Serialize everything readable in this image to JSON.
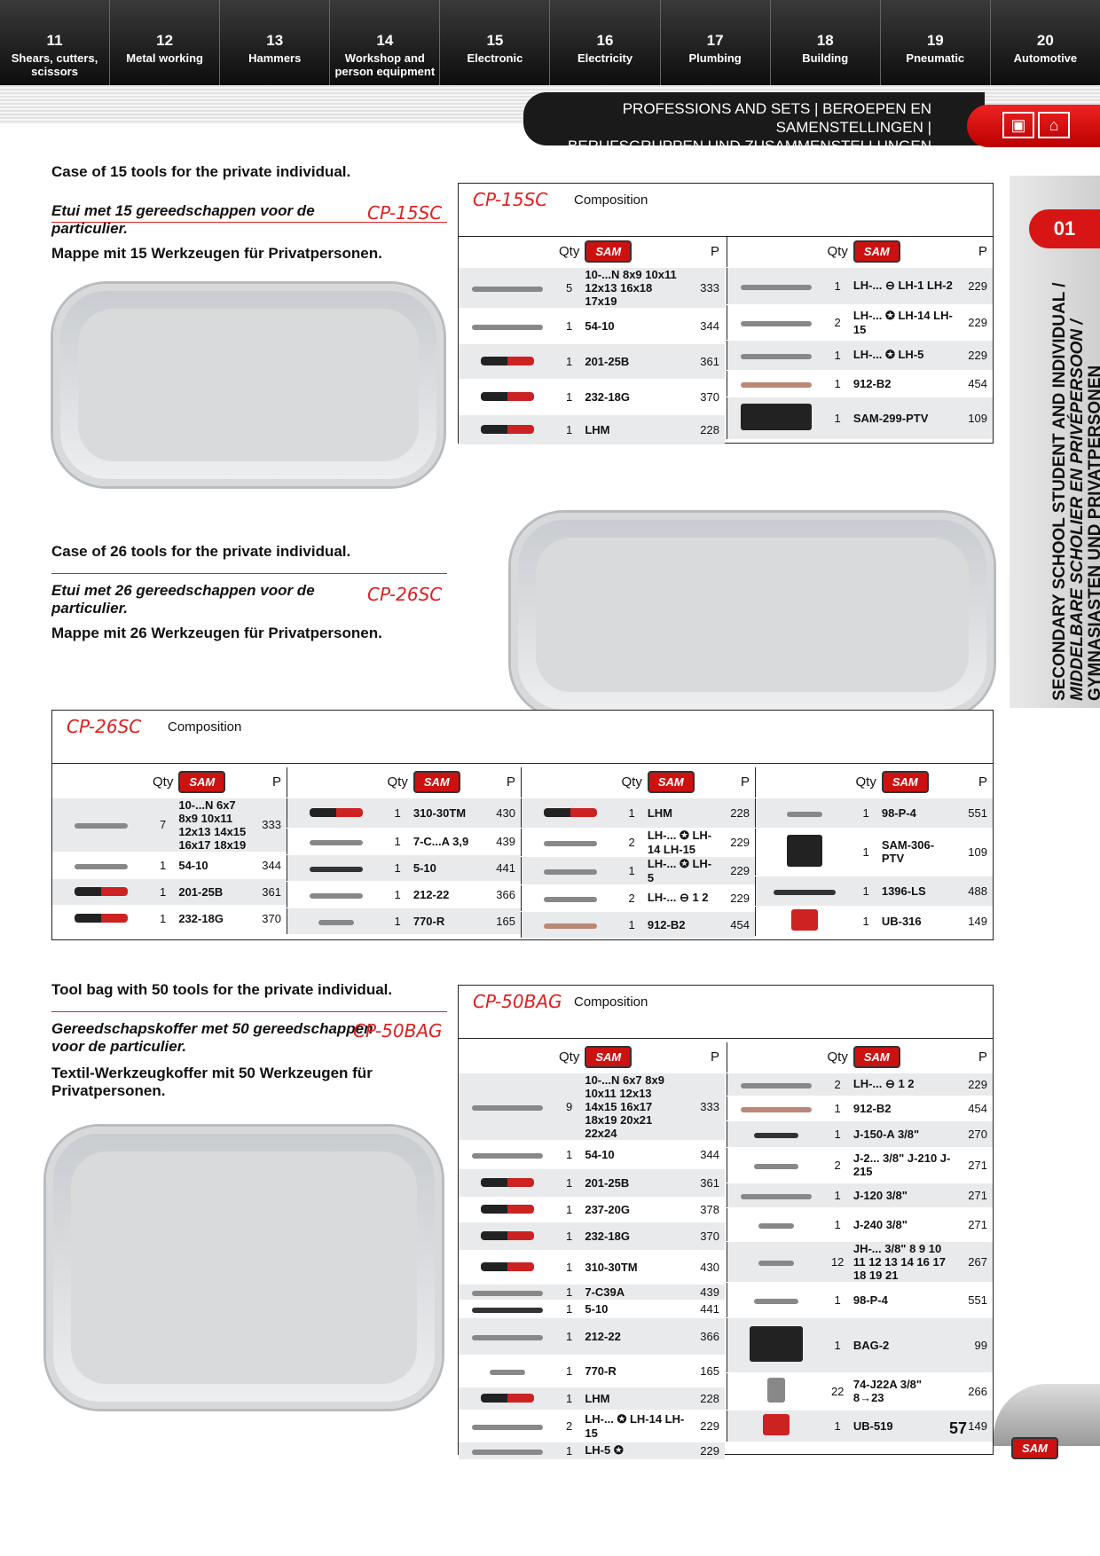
{
  "nav": [
    {
      "num": "11",
      "label": "Shears, cutters, scissors"
    },
    {
      "num": "12",
      "label": "Metal working"
    },
    {
      "num": "13",
      "label": "Hammers"
    },
    {
      "num": "14",
      "label": "Workshop and person equipment"
    },
    {
      "num": "15",
      "label": "Electronic"
    },
    {
      "num": "16",
      "label": "Electricity"
    },
    {
      "num": "17",
      "label": "Plumbing"
    },
    {
      "num": "18",
      "label": "Building"
    },
    {
      "num": "19",
      "label": "Pneumatic"
    },
    {
      "num": "20",
      "label": "Automotive"
    }
  ],
  "banner": {
    "line1": "PROFESSIONS AND SETS | BEROEPEN EN SAMENSTELLINGEN |",
    "line2": "BERUFSGRUPPEN UND ZUSAMMENSTELLUNGEN"
  },
  "section_num": "01",
  "side_text": [
    "SECONDARY SCHOOL STUDENT AND INDIVIDUAL /",
    "MIDDELBARE SCHOLIER EN PRIVÉPERSOON /",
    "GYMNASIASTEN UND PRIVATPERSONEN"
  ],
  "icons": {
    "case": "toolbox-icon",
    "home": "home-icon"
  },
  "common": {
    "composition": "Composition",
    "qty": "Qty",
    "p": "P",
    "brand": "SAM"
  },
  "sets": [
    {
      "code": "CP-15SC",
      "en": "Case of 15 tools for the private individual.",
      "nl": "Etui met 15 gereedschappen voor de particulier.",
      "de": "Mappe mit 15 Werkzeugen für Privatpersonen.",
      "cols": [
        [
          {
            "qty": "5",
            "ref": "10-...N 8x9 10x11 12x13 16x18 17x19",
            "p": "333"
          },
          {
            "qty": "1",
            "ref": "54-10",
            "p": "344"
          },
          {
            "qty": "1",
            "ref": "201-25B",
            "p": "361"
          },
          {
            "qty": "1",
            "ref": "232-18G",
            "p": "370"
          },
          {
            "qty": "1",
            "ref": "LHM",
            "p": "228"
          }
        ],
        [
          {
            "qty": "1",
            "ref": "LH-... ⊖ LH-1 LH-2",
            "p": "229"
          },
          {
            "qty": "2",
            "ref": "LH-... ✪ LH-14 LH-15",
            "p": "229"
          },
          {
            "qty": "1",
            "ref": "LH-... ✪ LH-5",
            "p": "229"
          },
          {
            "qty": "1",
            "ref": "912-B2",
            "p": "454"
          },
          {
            "qty": "1",
            "ref": "SAM-299-PTV",
            "p": "109"
          }
        ]
      ]
    },
    {
      "code": "CP-26SC",
      "en": "Case of 26 tools for the private individual.",
      "nl": "Etui met 26 gereedschappen voor de particulier.",
      "de": "Mappe mit 26 Werkzeugen für Privatpersonen.",
      "cols": [
        [
          {
            "qty": "7",
            "ref": "10-...N 6x7 8x9 10x11 12x13 14x15 16x17 18x19",
            "p": "333"
          },
          {
            "qty": "1",
            "ref": "54-10",
            "p": "344"
          },
          {
            "qty": "1",
            "ref": "201-25B",
            "p": "361"
          },
          {
            "qty": "1",
            "ref": "232-18G",
            "p": "370"
          }
        ],
        [
          {
            "qty": "1",
            "ref": "310-30TM",
            "p": "430"
          },
          {
            "qty": "1",
            "ref": "7-C...A 3,9",
            "p": "439"
          },
          {
            "qty": "1",
            "ref": "5-10",
            "p": "441"
          },
          {
            "qty": "1",
            "ref": "212-22",
            "p": "366"
          },
          {
            "qty": "1",
            "ref": "770-R",
            "p": "165"
          }
        ],
        [
          {
            "qty": "1",
            "ref": "LHM",
            "p": "228"
          },
          {
            "qty": "2",
            "ref": "LH-... ✪ LH-14 LH-15",
            "p": "229"
          },
          {
            "qty": "1",
            "ref": "LH-... ✪ LH-5",
            "p": "229"
          },
          {
            "qty": "2",
            "ref": "LH-... ⊖ 1 2",
            "p": "229"
          },
          {
            "qty": "1",
            "ref": "912-B2",
            "p": "454"
          }
        ],
        [
          {
            "qty": "1",
            "ref": "98-P-4",
            "p": "551"
          },
          {
            "qty": "1",
            "ref": "SAM-306-PTV",
            "p": "109"
          },
          {
            "qty": "1",
            "ref": "1396-LS",
            "p": "488"
          },
          {
            "qty": "1",
            "ref": "UB-316",
            "p": "149"
          }
        ]
      ]
    },
    {
      "code": "CP-50BAG",
      "en": "Tool bag with 50 tools for the private individual.",
      "nl": "Gereedschapskoffer met 50 gereedschappen voor de particulier.",
      "de": "Textil-Werkzeugkoffer mit 50 Werkzeugen für Privatpersonen.",
      "cols": [
        [
          {
            "qty": "9",
            "ref": "10-...N 6x7 8x9 10x11 12x13 14x15 16x17 18x19 20x21 22x24",
            "p": "333"
          },
          {
            "qty": "1",
            "ref": "54-10",
            "p": "344"
          },
          {
            "qty": "1",
            "ref": "201-25B",
            "p": "361"
          },
          {
            "qty": "1",
            "ref": "237-20G",
            "p": "378"
          },
          {
            "qty": "1",
            "ref": "232-18G",
            "p": "370"
          },
          {
            "qty": "1",
            "ref": "310-30TM",
            "p": "430"
          },
          {
            "qty": "1",
            "ref": "7-C39A",
            "p": "439"
          },
          {
            "qty": "1",
            "ref": "5-10",
            "p": "441"
          },
          {
            "qty": "1",
            "ref": "212-22",
            "p": "366"
          },
          {
            "qty": "1",
            "ref": "770-R",
            "p": "165"
          },
          {
            "qty": "1",
            "ref": "LHM",
            "p": "228"
          },
          {
            "qty": "2",
            "ref": "LH-... ✪ LH-14 LH-15",
            "p": "229"
          },
          {
            "qty": "1",
            "ref": "LH-5 ✪",
            "p": "229"
          }
        ],
        [
          {
            "qty": "2",
            "ref": "LH-... ⊖ 1 2",
            "p": "229"
          },
          {
            "qty": "1",
            "ref": "912-B2",
            "p": "454"
          },
          {
            "qty": "1",
            "ref": "J-150-A 3/8\"",
            "p": "270"
          },
          {
            "qty": "2",
            "ref": "J-2... 3/8\" J-210 J-215",
            "p": "271"
          },
          {
            "qty": "1",
            "ref": "J-120 3/8\"",
            "p": "271"
          },
          {
            "qty": "1",
            "ref": "J-240 3/8\"",
            "p": "271"
          },
          {
            "qty": "12",
            "ref": "JH-... 3/8\" 8 9 10 11 12 13 14 16 17 18 19 21",
            "p": "267"
          },
          {
            "qty": "1",
            "ref": "98-P-4",
            "p": "551"
          },
          {
            "qty": "1",
            "ref": "BAG-2",
            "p": "99"
          },
          {
            "qty": "22",
            "ref": "74-J22A 3/8\" 8→23",
            "p": "266"
          },
          {
            "qty": "1",
            "ref": "UB-519",
            "p": "149"
          }
        ]
      ]
    }
  ],
  "page_number": "57"
}
